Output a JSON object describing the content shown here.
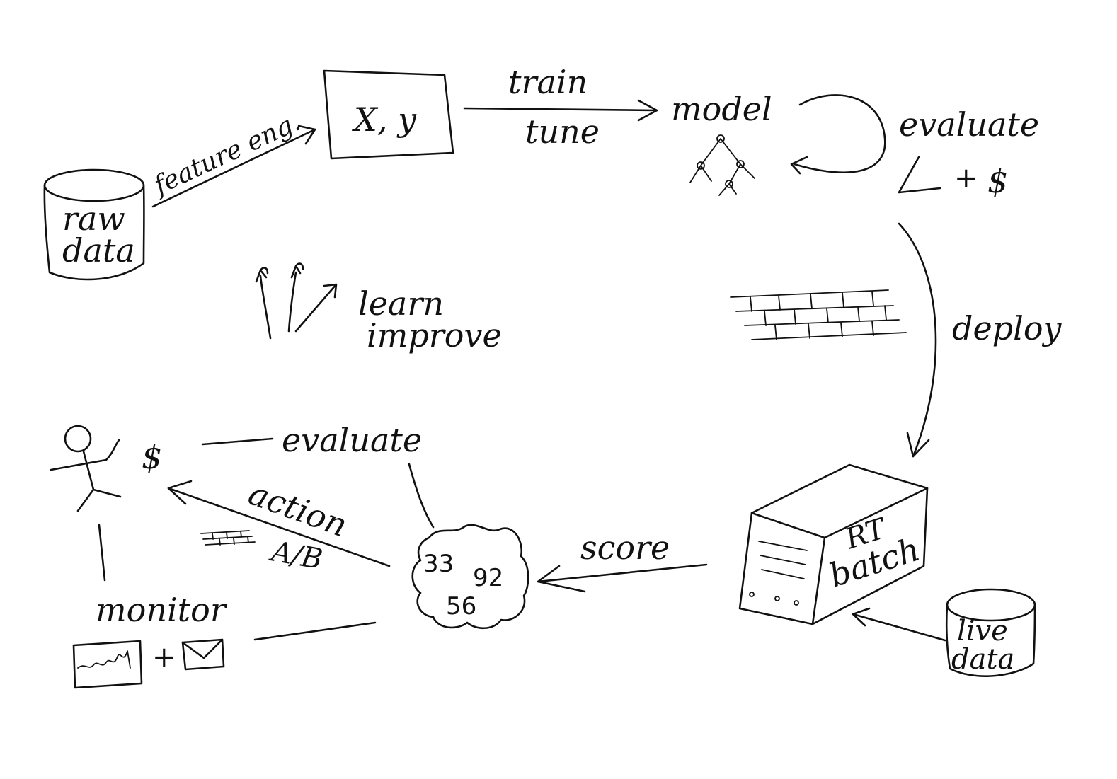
{
  "nodes": {
    "raw_data": [
      "raw",
      "data"
    ],
    "xy": "X, y",
    "model": "model",
    "evaluate_top": "evaluate",
    "dollar": "$",
    "learn": "learn",
    "improve": "improve",
    "deploy": "deploy",
    "rt": "RT",
    "batch": "batch",
    "live_data": [
      "live",
      "data"
    ],
    "score": "score",
    "scores": [
      "33",
      "92",
      "56"
    ],
    "evaluate_bottom": "evaluate",
    "action": "action",
    "ab": "A/B",
    "monitor": "monitor",
    "plus": "+"
  },
  "edges": {
    "feature_eng": "feature eng.",
    "train": "train",
    "tune": "tune"
  }
}
